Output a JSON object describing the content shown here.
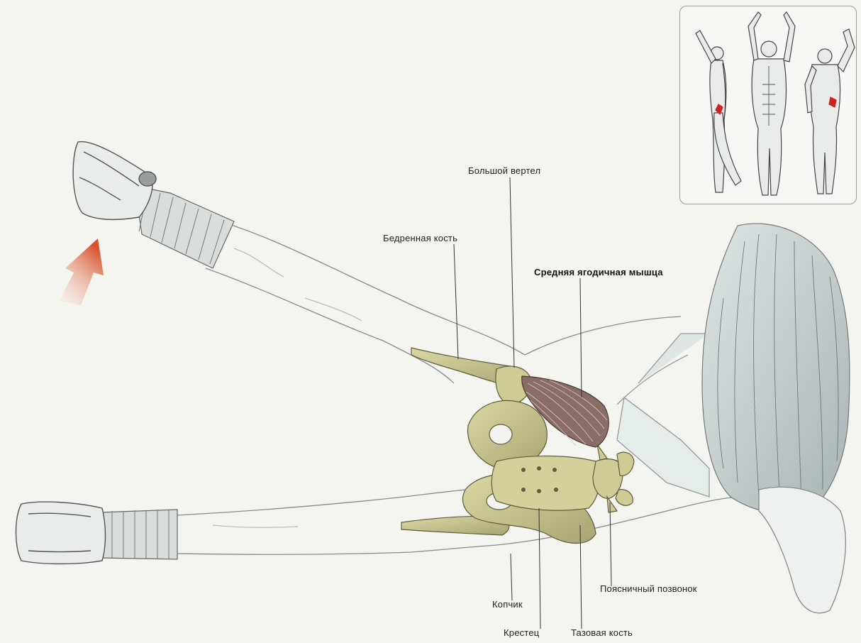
{
  "labels": {
    "greater_trochanter": "Большой вертел",
    "femur": "Бедренная кость",
    "gluteus_medius": "Средняя ягодичная мышца",
    "lumbar_vertebra": "Поясничный позвонок",
    "coccyx": "Копчик",
    "sacrum": "Крестец",
    "pelvic_bone": "Тазовая кость"
  },
  "colors": {
    "bone": "#c9c58f",
    "bone_shadow": "#8f8c5c",
    "muscle": "#7a5e58",
    "muscle_light": "#b59a90",
    "skin_line": "#888888",
    "hair": "#c8cfcf",
    "arrow_top": "#d9532e",
    "arrow_bottom": "#f6d9cc",
    "highlight_muscle": "#cc2222"
  },
  "icons": {
    "direction_arrow": "up-arrow-icon"
  }
}
